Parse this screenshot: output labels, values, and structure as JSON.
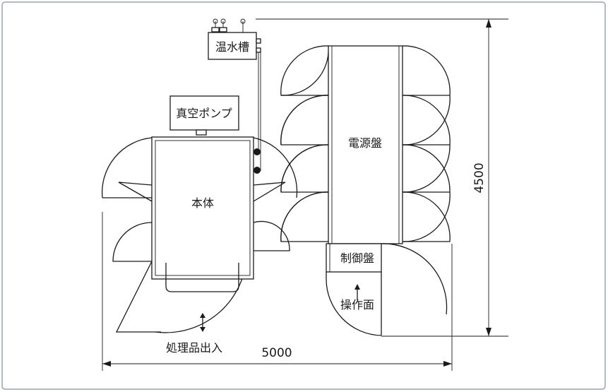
{
  "diagram": {
    "labels": {
      "hot_water_tank": "温水槽",
      "vacuum_pump": "真空ポンプ",
      "main_unit": "本体",
      "power_panel": "電源盤",
      "control_panel": "制御盤",
      "operation_face": "操作面",
      "load_unload": "処理品出入"
    },
    "dimensions": {
      "width": "5000",
      "depth": "4500"
    },
    "colors": {
      "frame": "#9aa4b0",
      "line": "#1a1a1a",
      "background": "#ffffff"
    }
  }
}
